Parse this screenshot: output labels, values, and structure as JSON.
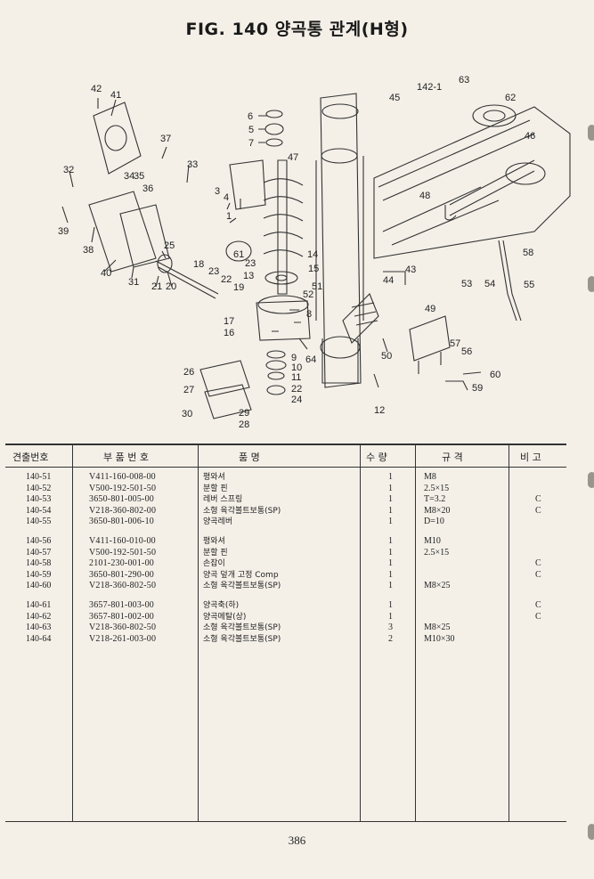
{
  "title": "FIG. 140 양곡통 관계(H형)",
  "diagram": {
    "callouts": [
      "142-1",
      "63",
      "62",
      "46",
      "45",
      "42",
      "41",
      "37",
      "33",
      "32",
      "34",
      "35",
      "36",
      "39",
      "38",
      "40",
      "31",
      "21",
      "20",
      "25",
      "6",
      "5",
      "7",
      "47",
      "3",
      "4",
      "1",
      "61",
      "23",
      "14",
      "15",
      "13",
      "51",
      "52",
      "43",
      "44",
      "18",
      "22",
      "19",
      "53",
      "54",
      "55",
      "58",
      "17",
      "16",
      "8",
      "9",
      "10",
      "11",
      "22",
      "24",
      "26",
      "27",
      "29",
      "28",
      "30",
      "64",
      "50",
      "49",
      "56",
      "57",
      "48",
      "60",
      "59",
      "12"
    ]
  },
  "table": {
    "headers": [
      "견출번호",
      "부 품 번 호",
      "품 명",
      "수 량",
      "규 격",
      "비 고"
    ],
    "groups": [
      [
        {
          "no": "140-51",
          "part": "V411-160-008-00",
          "name": "평와셔",
          "qty": "1",
          "spec": "M8",
          "note": ""
        },
        {
          "no": "140-52",
          "part": "V500-192-501-50",
          "name": "분할 핀",
          "qty": "1",
          "spec": "2.5×15",
          "note": ""
        },
        {
          "no": "140-53",
          "part": "3650-801-005-00",
          "name": "레버 스프링",
          "qty": "1",
          "spec": "T=3.2",
          "note": "C"
        },
        {
          "no": "140-54",
          "part": "V218-360-802-00",
          "name": "소형 육각볼트보통(SP)",
          "qty": "1",
          "spec": "M8×20",
          "note": "C"
        },
        {
          "no": "140-55",
          "part": "3650-801-006-10",
          "name": "양곡레버",
          "qty": "1",
          "spec": "D=10",
          "note": ""
        }
      ],
      [
        {
          "no": "140-56",
          "part": "V411-160-010-00",
          "name": "평와셔",
          "qty": "1",
          "spec": "M10",
          "note": ""
        },
        {
          "no": "140-57",
          "part": "V500-192-501-50",
          "name": "분할 핀",
          "qty": "1",
          "spec": "2.5×15",
          "note": ""
        },
        {
          "no": "140-58",
          "part": "2101-230-001-00",
          "name": "손잡이",
          "qty": "1",
          "spec": "",
          "note": "C"
        },
        {
          "no": "140-59",
          "part": "3650-801-290-00",
          "name": "양곡 덮개 고정 Comp",
          "qty": "1",
          "spec": "",
          "note": "C"
        },
        {
          "no": "140-60",
          "part": "V218-360-802-50",
          "name": "소형 육각볼트보통(SP)",
          "qty": "1",
          "spec": "M8×25",
          "note": ""
        }
      ],
      [
        {
          "no": "140-61",
          "part": "3657-801-003-00",
          "name": "양곡축(하)",
          "qty": "1",
          "spec": "",
          "note": "C"
        },
        {
          "no": "140-62",
          "part": "3657-801-002-00",
          "name": "양곡메탈(상)",
          "qty": "1",
          "spec": "",
          "note": "C"
        },
        {
          "no": "140-63",
          "part": "V218-360-802-50",
          "name": "소형 육각볼트보통(SP)",
          "qty": "3",
          "spec": "M8×25",
          "note": ""
        },
        {
          "no": "140-64",
          "part": "V218-261-003-00",
          "name": "소형 육각볼트보통(SP)",
          "qty": "2",
          "spec": "M10×30",
          "note": ""
        }
      ]
    ]
  },
  "page_number": "386"
}
